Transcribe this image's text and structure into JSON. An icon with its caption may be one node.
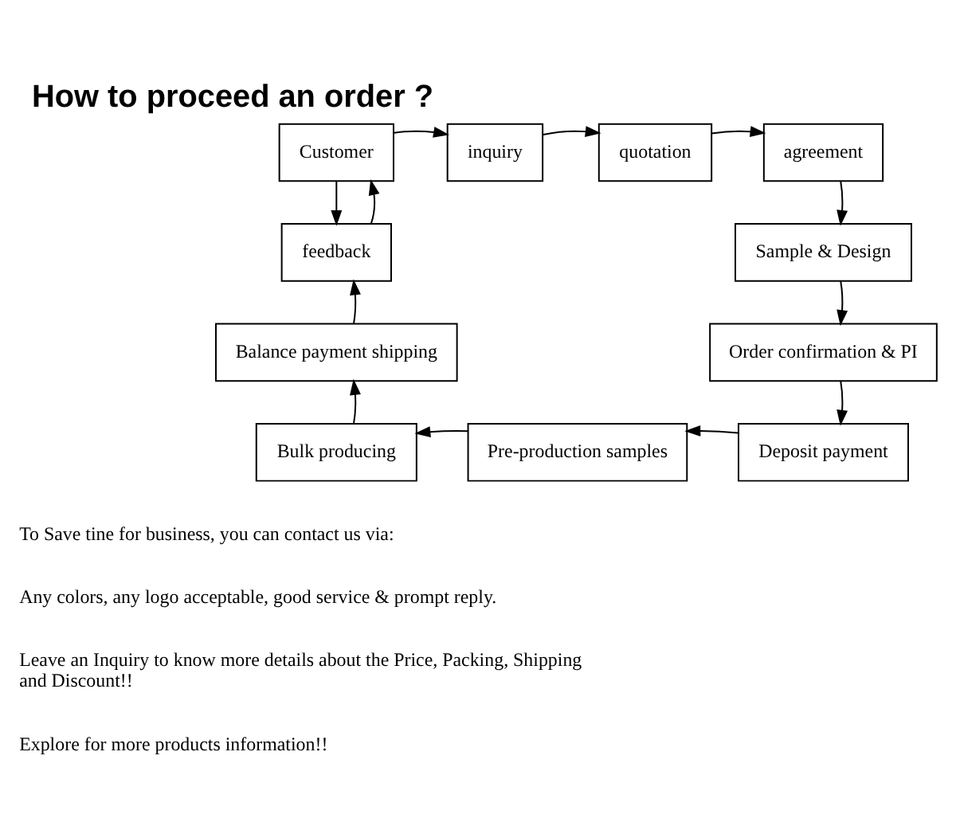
{
  "diagram": {
    "title": "How to proceed an order ?",
    "nodes": [
      {
        "text": [
          "Customer"
        ]
      },
      {
        "text": [
          "inquiry"
        ]
      },
      {
        "text": [
          "quotation"
        ]
      },
      {
        "text": [
          "agreement"
        ]
      },
      {
        "text": [
          "feedback"
        ]
      },
      {
        "text": [
          "Sample & Design"
        ]
      },
      {
        "text": [
          "Balance payment shipping"
        ]
      },
      {
        "text": [
          "Order confirmation & PI"
        ]
      },
      {
        "text": [
          "Bulk producing"
        ]
      },
      {
        "text": [
          "Pre-production samples"
        ]
      },
      {
        "text": [
          "Deposit payment"
        ]
      }
    ],
    "edges": [
      {
        "from": 0,
        "to": 1,
        "arrow": "to"
      },
      {
        "from": 1,
        "to": 2,
        "arrow": "to"
      },
      {
        "from": 2,
        "to": 3,
        "arrow": "to"
      },
      {
        "from": 3,
        "to": 5,
        "arrow": "to"
      },
      {
        "from": 5,
        "to": 7,
        "arrow": "to"
      },
      {
        "from": 7,
        "to": 10,
        "arrow": "to"
      },
      {
        "from": 10,
        "to": 9,
        "arrow": "to"
      },
      {
        "from": 9,
        "to": 8,
        "arrow": "to"
      },
      {
        "from": 8,
        "to": 6,
        "arrow": "to"
      },
      {
        "from": 6,
        "to": 4,
        "arrow": "to"
      },
      {
        "from": 0,
        "to": 4,
        "arrow": "to"
      },
      {
        "from": 4,
        "to": 0,
        "arrow": "to"
      }
    ],
    "labels": [
      "To Save tine for business, you can contact us via:",
      "Any colors, any logo acceptable, good service & prompt reply.",
      "Leave an Inquiry to know more details about the Price, Packing, Shipping and Discount!!",
      "Explore for more products information!!"
    ]
  }
}
